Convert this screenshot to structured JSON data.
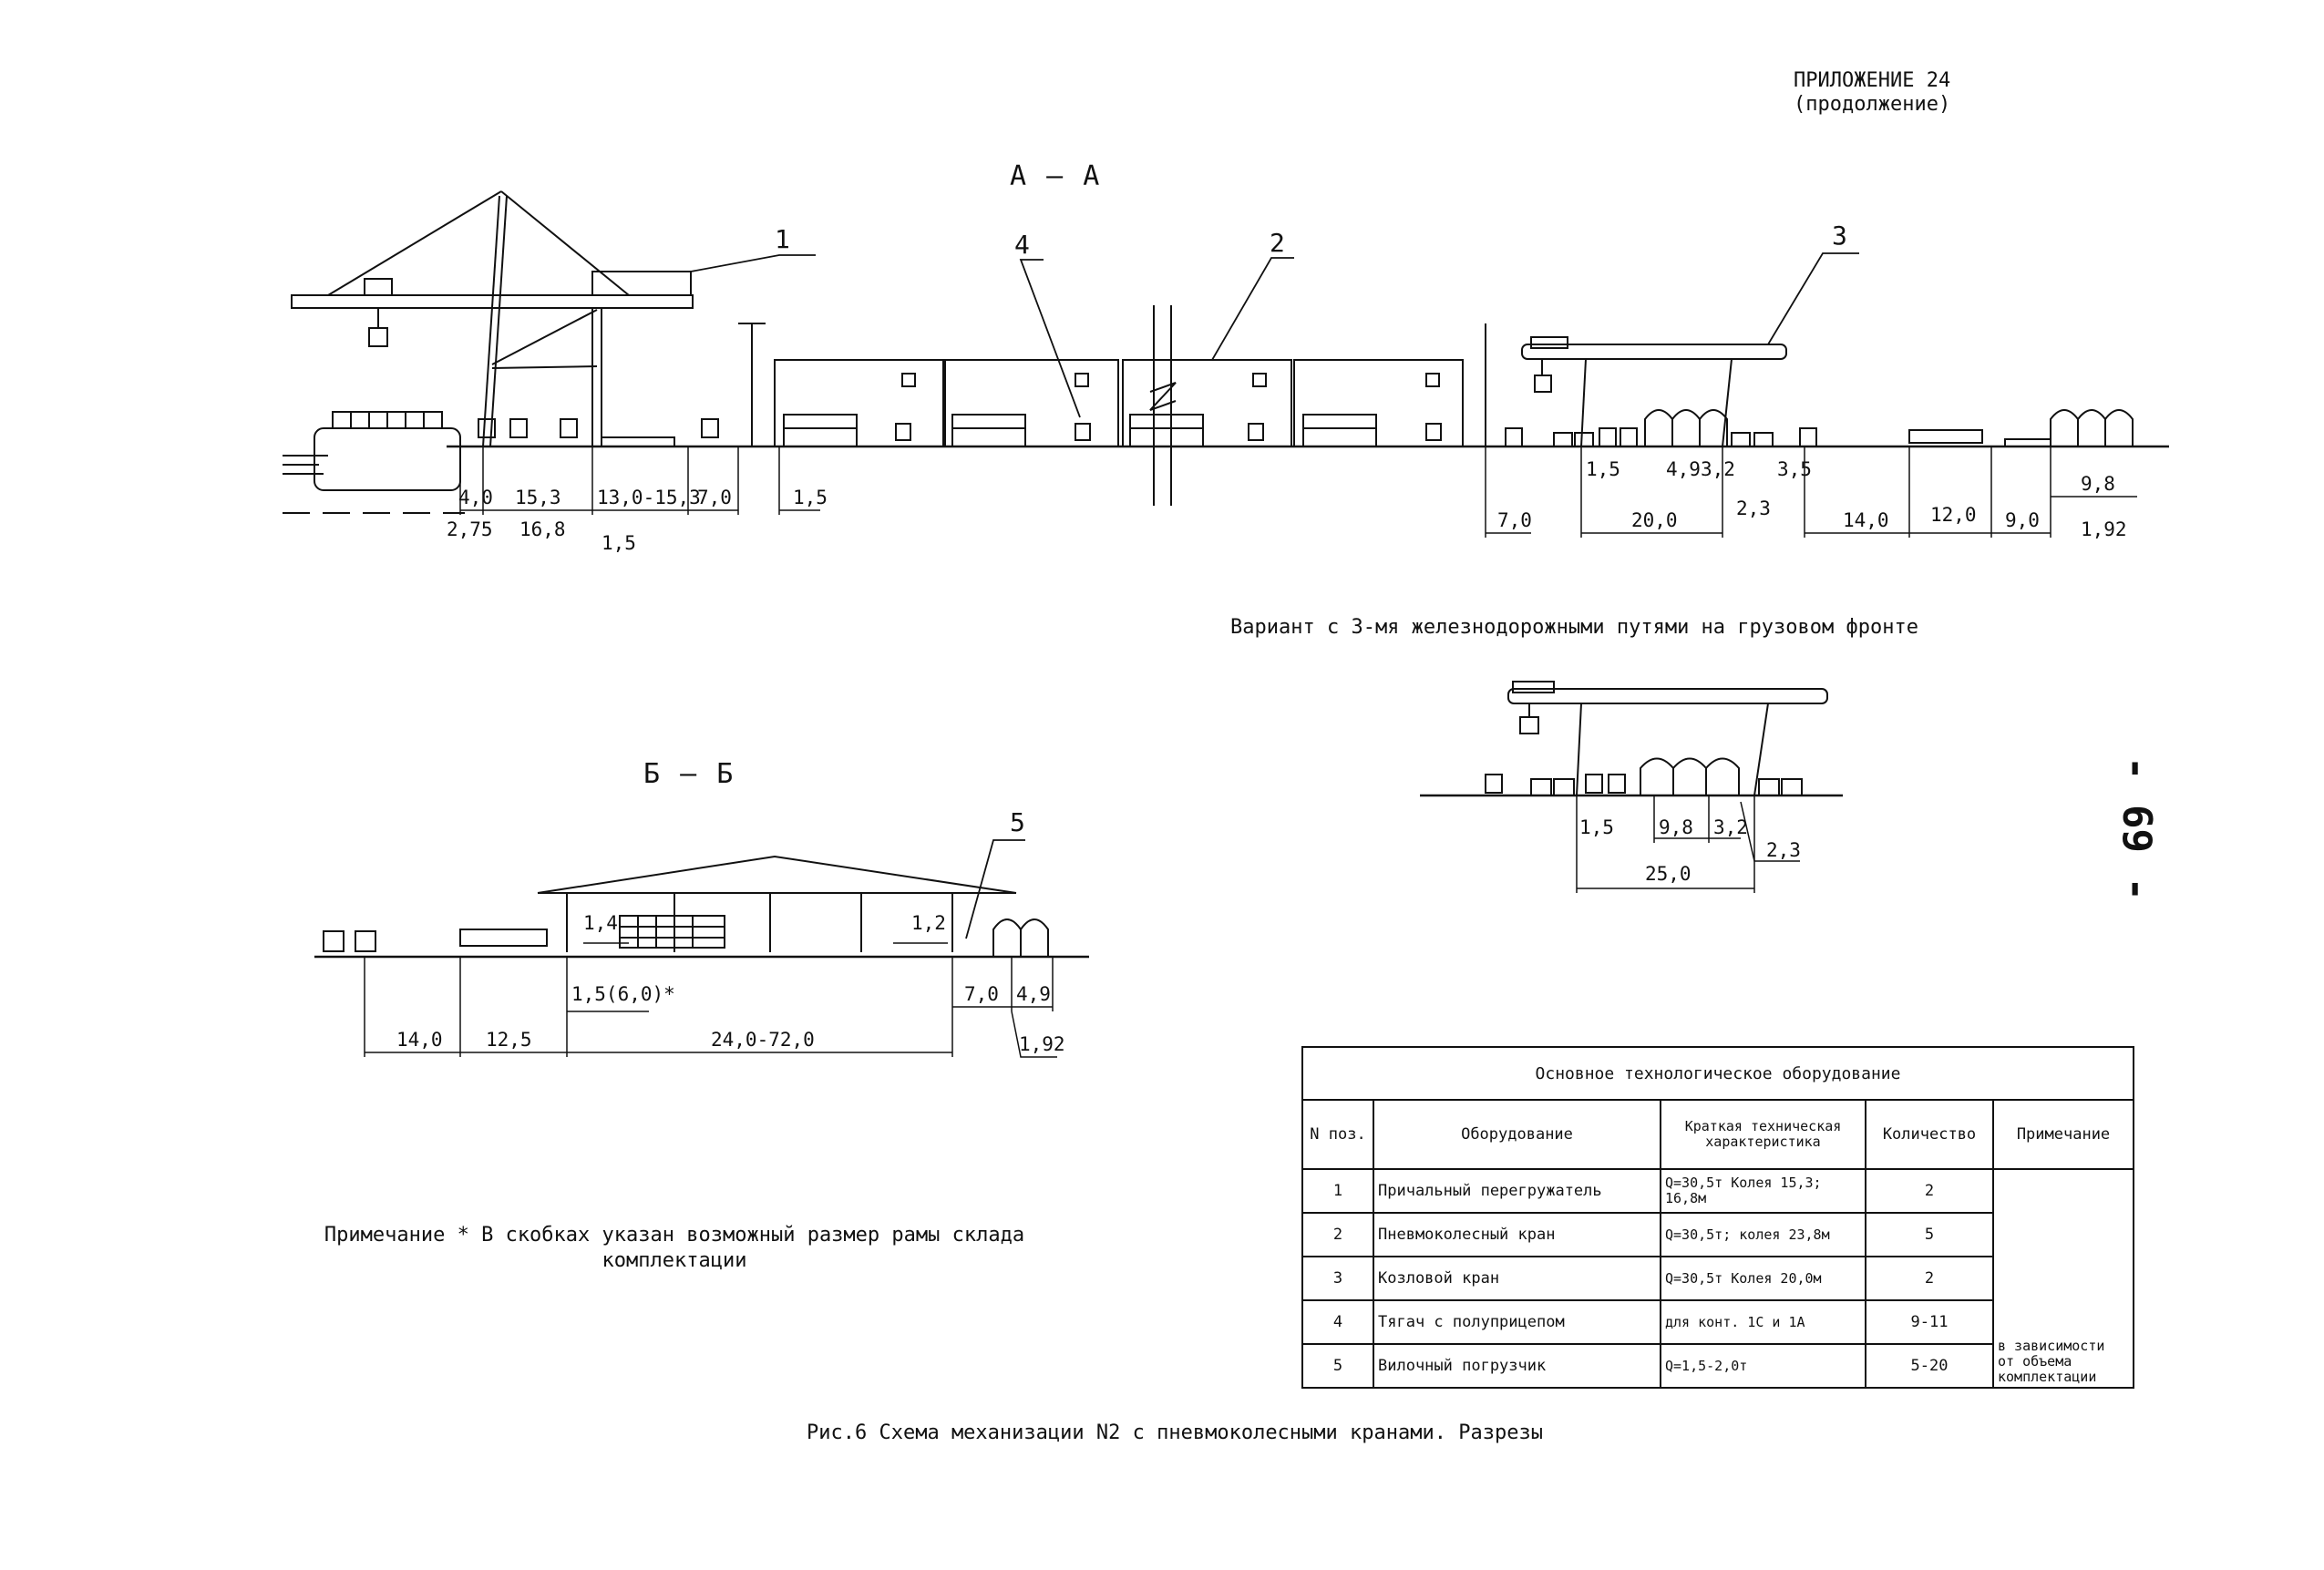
{
  "header": {
    "line1": "ПРИЛОЖЕНИЕ 24",
    "line2": "(продолжение)"
  },
  "page_number": "- 69 -",
  "sections": {
    "aa": "А — А",
    "bb": "Б — Б"
  },
  "aa_section": {
    "callouts": [
      "1",
      "4",
      "2",
      "3"
    ],
    "dims_left": [
      "4,0",
      "15,3",
      "13,0-15,3",
      "7,0",
      "1,5",
      "2,75",
      "16,8",
      "1,5"
    ],
    "dims_right": [
      "1,5",
      "4,9",
      "3,2",
      "3,5",
      "7,0",
      "20,0",
      "2,3",
      "14,0",
      "12,0",
      "9,0",
      "9,8",
      "1,92"
    ]
  },
  "variant": {
    "title": "Вариант с 3-мя железнодорожными путями на грузовом фронте",
    "dims": [
      "1,5",
      "9,8",
      "3,2",
      "2,3",
      "25,0"
    ]
  },
  "bb_section": {
    "callouts": [
      "5"
    ],
    "dims": [
      "1,4",
      "1,2",
      "1,5(6,0)*",
      "7,0",
      "4,9",
      "14,0",
      "12,5",
      "24,0-72,0",
      "1,92"
    ]
  },
  "note": {
    "line1": "Примечание * В скобках указан возможный размер рамы склада",
    "line2": "комплектации"
  },
  "equipment_table": {
    "title": "Основное технологическое оборудование",
    "headers": {
      "pos": "N поз.",
      "equipment": "Оборудование",
      "spec": "Краткая техническая характеристика",
      "qty": "Количество",
      "remark": "Примечание"
    },
    "rows": [
      {
        "pos": "1",
        "equipment": "Причальный перегружатель",
        "spec": "Q=30,5т Колея 15,3; 16,8м",
        "qty": "2"
      },
      {
        "pos": "2",
        "equipment": "Пневмоколесный кран",
        "spec": "Q=30,5т; колея 23,8м",
        "qty": "5"
      },
      {
        "pos": "3",
        "equipment": "Козловой кран",
        "spec": "Q=30,5т Колея 20,0м",
        "qty": "2"
      },
      {
        "pos": "4",
        "equipment": "Тягач с полуприцепом",
        "spec": "для конт. 1С и 1А",
        "qty": "9-11"
      },
      {
        "pos": "5",
        "equipment": "Вилочный погрузчик",
        "spec": "Q=1,5-2,0т",
        "qty": "5-20"
      }
    ],
    "remark": "в зависимости от объема комплектации"
  },
  "caption": "Рис.6 Схема механизации N2 с пневмоколесными кранами. Разрезы"
}
